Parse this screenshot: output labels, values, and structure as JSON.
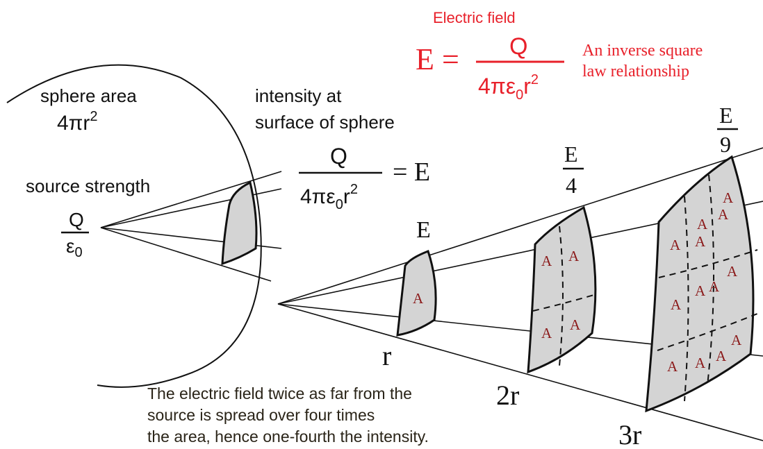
{
  "colors": {
    "red": "#e8202a",
    "patch_fill": "#d4d4d4",
    "patch_label": "#8b1a1a",
    "ink": "#111111"
  },
  "header": {
    "title": "Electric field",
    "eq_lhs": "E",
    "eq_sign": "=",
    "eq_num": "Q",
    "eq_den_a": "4πε",
    "eq_den_sub": "0",
    "eq_den_b": "r",
    "eq_den_sup": "2",
    "note_line1": "An inverse square",
    "note_line2": "law relationship"
  },
  "sphere": {
    "area_label": "sphere area",
    "area_formula": "4πr",
    "area_formula_sup": "2",
    "source_label": "source strength",
    "source_num": "Q",
    "source_den": "ε",
    "source_den_sub": "0"
  },
  "intensity": {
    "line1": "intensity at",
    "line2": "surface of sphere",
    "num": "Q",
    "den_a": "4πε",
    "den_sub": "0",
    "den_b": "r",
    "den_sup": "2",
    "rhs": "= E"
  },
  "patches": {
    "p1": {
      "field": "E",
      "dist": "r",
      "cell": "A"
    },
    "p2": {
      "field_num": "E",
      "field_den": "4",
      "dist": "2r",
      "cell": "A"
    },
    "p3": {
      "field_num": "E",
      "field_den": "9",
      "dist": "3r",
      "cell": "A"
    }
  },
  "caption": {
    "line1": "The electric field twice as far from the",
    "line2": "source is spread over four times",
    "line3": "the area, hence one-fourth the intensity."
  }
}
